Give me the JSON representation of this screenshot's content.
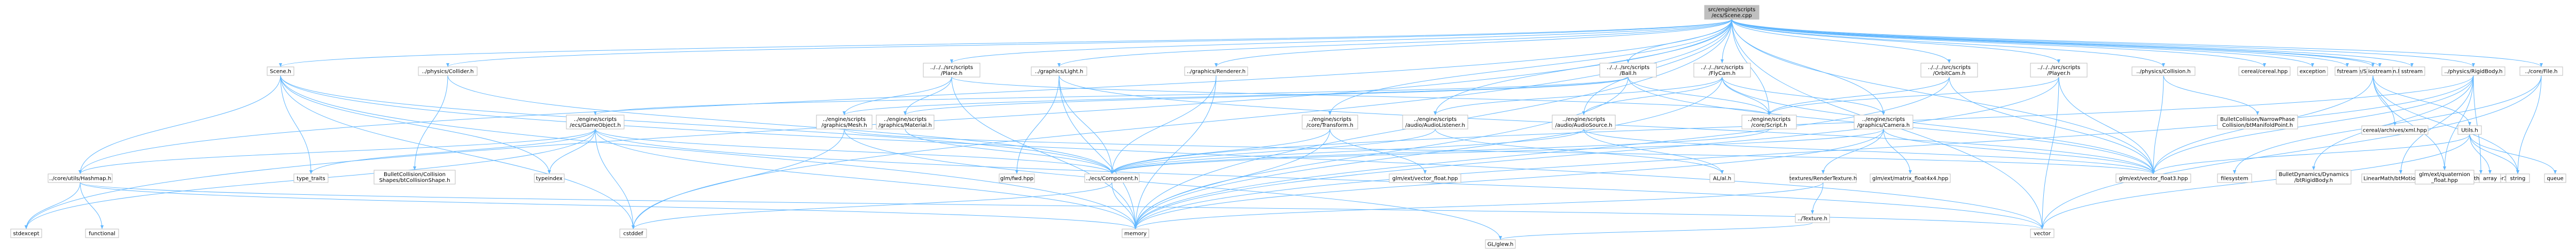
{
  "graph": {
    "colors": {
      "root_fill": "#bfbfbf",
      "node_fill": "#ffffff",
      "border": "#bfbfbf",
      "edge": "#63b8ff"
    },
    "nodes": [
      {
        "id": "root",
        "lines": [
          "src/engine/scripts",
          "/ecs/Scene.cpp"
        ],
        "root": true
      },
      {
        "id": "ecs_scene_h",
        "lines": [
          "Scene.h"
        ]
      },
      {
        "id": "plane_h",
        "lines": [
          "../../../src/scripts",
          "/Plane.h"
        ]
      },
      {
        "id": "ball_h",
        "lines": [
          "../../../src/scripts",
          "/Ball.h"
        ]
      },
      {
        "id": "flycam_h",
        "lines": [
          "../../../src/scripts",
          "/FlyCam.h"
        ]
      },
      {
        "id": "orbitcam_h",
        "lines": [
          "../../../src/scripts",
          "/OrbitCam.h"
        ]
      },
      {
        "id": "player_h",
        "lines": [
          "../../../src/scripts",
          "/Player.h"
        ]
      },
      {
        "id": "physics_collision_h",
        "lines": [
          "../physics/Collision.h"
        ]
      },
      {
        "id": "physics_collider_h",
        "lines": [
          "../physics/Collider.h"
        ]
      },
      {
        "id": "graphics_light_h",
        "lines": [
          "../graphics/Light.h"
        ]
      },
      {
        "id": "graphics_renderer_h",
        "lines": [
          "../graphics/Renderer.h"
        ]
      },
      {
        "id": "physics_rigidbody_h",
        "lines": [
          "../physics/RigidBody.h"
        ]
      },
      {
        "id": "core_file_h",
        "lines": [
          "../core/File.h"
        ]
      },
      {
        "id": "core_serialisation_h",
        "lines": [
          "../core/Serialisation.h"
        ]
      },
      {
        "id": "cereal_hpp",
        "lines": [
          "cereal/cereal.hpp"
        ]
      },
      {
        "id": "exception",
        "lines": [
          "exception"
        ]
      },
      {
        "id": "fstream",
        "lines": [
          "fstream"
        ]
      },
      {
        "id": "iostream",
        "lines": [
          "iostream"
        ]
      },
      {
        "id": "sstream",
        "lines": [
          "sstream"
        ]
      },
      {
        "id": "gameobject_h",
        "lines": [
          "../engine/scripts",
          "/ecs/GameObject.h"
        ]
      },
      {
        "id": "mesh_h",
        "lines": [
          "../engine/scripts",
          "/graphics/Mesh.h"
        ]
      },
      {
        "id": "material_h",
        "lines": [
          "../engine/scripts",
          "/graphics/Material.h"
        ]
      },
      {
        "id": "transform_h",
        "lines": [
          "../engine/scripts",
          "/core/Transform.h"
        ]
      },
      {
        "id": "audiolistener_h",
        "lines": [
          "../engine/scripts",
          "/audio/AudioListener.h"
        ]
      },
      {
        "id": "audiosource_h",
        "lines": [
          "../engine/scripts",
          "/audio/AudioSource.h"
        ]
      },
      {
        "id": "script_h",
        "lines": [
          "../engine/scripts",
          "/core/Script.h"
        ]
      },
      {
        "id": "camera_h",
        "lines": [
          "../engine/scripts",
          "/graphics/Camera.h"
        ]
      },
      {
        "id": "narrowphase",
        "lines": [
          "BulletCollision/NarrowPhase",
          "Collision/btManifoldPoint.h"
        ]
      },
      {
        "id": "hashmap_h",
        "lines": [
          "../core/utils/Hashmap.h"
        ]
      },
      {
        "id": "type_traits",
        "lines": [
          "type_traits"
        ]
      },
      {
        "id": "btcollisionshape",
        "lines": [
          "BulletCollision/Collision",
          "Shapes/btCollisionShape.h"
        ]
      },
      {
        "id": "typeindex",
        "lines": [
          "typeindex"
        ]
      },
      {
        "id": "glm_fwd",
        "lines": [
          "glm/fwd.hpp"
        ]
      },
      {
        "id": "component_h",
        "lines": [
          "../ecs/Component.h"
        ]
      },
      {
        "id": "vector_float",
        "lines": [
          "glm/ext/vector_float.hpp"
        ]
      },
      {
        "id": "al_h",
        "lines": [
          "AL/al.h"
        ]
      },
      {
        "id": "rendertexture_h",
        "lines": [
          "textures/RenderTexture.h"
        ]
      },
      {
        "id": "matrix_float4x4",
        "lines": [
          "glm/ext/matrix_float4x4.hpp"
        ]
      },
      {
        "id": "vector_float3",
        "lines": [
          "glm/ext/vector_float3.hpp"
        ]
      },
      {
        "id": "filesystem",
        "lines": [
          "filesystem"
        ]
      },
      {
        "id": "btrigidbody",
        "lines": [
          "BulletDynamics/Dynamics",
          "/btRigidBody.h"
        ]
      },
      {
        "id": "btmotionstate",
        "lines": [
          "LinearMath/btMotionState.h"
        ]
      },
      {
        "id": "btvector3",
        "lines": [
          "LinearMath/btVector3.h"
        ]
      },
      {
        "id": "quaternion_float",
        "lines": [
          "glm/ext/quaternion",
          "_float.hpp"
        ]
      },
      {
        "id": "array",
        "lines": [
          "array"
        ]
      },
      {
        "id": "cereal_xml",
        "lines": [
          "cereal/archives/xml.hpp"
        ]
      },
      {
        "id": "utils_h",
        "lines": [
          "Utils.h"
        ]
      },
      {
        "id": "string",
        "lines": [
          "string"
        ]
      },
      {
        "id": "queue",
        "lines": [
          "queue"
        ]
      },
      {
        "id": "texture_h",
        "lines": [
          "../Texture.h"
        ]
      },
      {
        "id": "stdexcept",
        "lines": [
          "stdexcept"
        ]
      },
      {
        "id": "functional",
        "lines": [
          "functional"
        ]
      },
      {
        "id": "cstddef",
        "lines": [
          "cstddef"
        ]
      },
      {
        "id": "memory",
        "lines": [
          "memory"
        ]
      },
      {
        "id": "vector",
        "lines": [
          "vector"
        ]
      },
      {
        "id": "gl_glew",
        "lines": [
          "GL/glew.h"
        ]
      }
    ],
    "edges": [
      [
        "root",
        "ecs_scene_h"
      ],
      [
        "root",
        "plane_h"
      ],
      [
        "root",
        "ball_h"
      ],
      [
        "root",
        "flycam_h"
      ],
      [
        "root",
        "orbitcam_h"
      ],
      [
        "root",
        "player_h"
      ],
      [
        "root",
        "physics_collision_h"
      ],
      [
        "root",
        "physics_collider_h"
      ],
      [
        "root",
        "graphics_light_h"
      ],
      [
        "root",
        "graphics_renderer_h"
      ],
      [
        "root",
        "physics_rigidbody_h"
      ],
      [
        "root",
        "core_file_h"
      ],
      [
        "root",
        "core_serialisation_h"
      ],
      [
        "root",
        "cereal_hpp"
      ],
      [
        "root",
        "exception"
      ],
      [
        "root",
        "fstream"
      ],
      [
        "root",
        "iostream"
      ],
      [
        "root",
        "sstream"
      ],
      [
        "root",
        "transform_h"
      ],
      [
        "root",
        "audiolistener_h"
      ],
      [
        "root",
        "audiosource_h"
      ],
      [
        "root",
        "script_h"
      ],
      [
        "root",
        "camera_h"
      ],
      [
        "root",
        "hashmap_h"
      ],
      [
        "root",
        "vector_float3"
      ],
      [
        "root",
        "memory"
      ],
      [
        "root",
        "vector"
      ],
      [
        "root",
        "stdexcept"
      ],
      [
        "root",
        "cstddef"
      ],
      [
        "ecs_scene_h",
        "hashmap_h"
      ],
      [
        "ecs_scene_h",
        "type_traits"
      ],
      [
        "ecs_scene_h",
        "typeindex"
      ],
      [
        "ecs_scene_h",
        "component_h"
      ],
      [
        "ecs_scene_h",
        "memory"
      ],
      [
        "ecs_scene_h",
        "cstddef"
      ],
      [
        "ecs_scene_h",
        "vector"
      ],
      [
        "plane_h",
        "mesh_h"
      ],
      [
        "plane_h",
        "material_h"
      ],
      [
        "plane_h",
        "script_h"
      ],
      [
        "plane_h",
        "memory"
      ],
      [
        "ball_h",
        "gameobject_h"
      ],
      [
        "ball_h",
        "mesh_h"
      ],
      [
        "ball_h",
        "material_h"
      ],
      [
        "ball_h",
        "script_h"
      ],
      [
        "ball_h",
        "vector_float3"
      ],
      [
        "ball_h",
        "memory"
      ],
      [
        "flycam_h",
        "camera_h"
      ],
      [
        "flycam_h",
        "script_h"
      ],
      [
        "flycam_h",
        "audiolistener_h"
      ],
      [
        "flycam_h",
        "audiosource_h"
      ],
      [
        "flycam_h",
        "vector_float3"
      ],
      [
        "flycam_h",
        "memory"
      ],
      [
        "orbitcam_h",
        "script_h"
      ],
      [
        "orbitcam_h",
        "vector_float3"
      ],
      [
        "orbitcam_h",
        "memory"
      ],
      [
        "player_h",
        "script_h"
      ],
      [
        "player_h",
        "vector_float3"
      ],
      [
        "player_h",
        "vector"
      ],
      [
        "player_h",
        "memory"
      ],
      [
        "physics_collision_h",
        "narrowphase"
      ],
      [
        "physics_collision_h",
        "vector_float3"
      ],
      [
        "physics_collider_h",
        "btcollisionshape"
      ],
      [
        "physics_collider_h",
        "component_h"
      ],
      [
        "graphics_light_h",
        "glm_fwd"
      ],
      [
        "graphics_light_h",
        "component_h"
      ],
      [
        "graphics_light_h",
        "vector_float3"
      ],
      [
        "graphics_light_h",
        "memory"
      ],
      [
        "graphics_renderer_h",
        "component_h"
      ],
      [
        "graphics_renderer_h",
        "memory"
      ],
      [
        "physics_rigidbody_h",
        "btrigidbody"
      ],
      [
        "physics_rigidbody_h",
        "btmotionstate"
      ],
      [
        "physics_rigidbody_h",
        "btvector3"
      ],
      [
        "physics_rigidbody_h",
        "quaternion_float"
      ],
      [
        "physics_rigidbody_h",
        "vector_float3"
      ],
      [
        "physics_rigidbody_h",
        "component_h"
      ],
      [
        "physics_rigidbody_h",
        "memory"
      ],
      [
        "core_file_h",
        "filesystem"
      ],
      [
        "core_file_h",
        "string"
      ],
      [
        "core_file_h",
        "vector"
      ],
      [
        "core_serialisation_h",
        "cereal_xml"
      ],
      [
        "core_serialisation_h",
        "utils_h"
      ],
      [
        "core_serialisation_h",
        "string"
      ],
      [
        "core_serialisation_h",
        "vector_float3"
      ],
      [
        "core_serialisation_h",
        "quaternion_float"
      ],
      [
        "utils_h",
        "string"
      ],
      [
        "utils_h",
        "queue"
      ],
      [
        "utils_h",
        "vector"
      ],
      [
        "utils_h",
        "array"
      ],
      [
        "utils_h",
        "vector_float3"
      ],
      [
        "gameobject_h",
        "hashmap_h"
      ],
      [
        "gameobject_h",
        "component_h"
      ],
      [
        "gameobject_h",
        "typeindex"
      ],
      [
        "gameobject_h",
        "type_traits"
      ],
      [
        "gameobject_h",
        "memory"
      ],
      [
        "gameobject_h",
        "cstddef"
      ],
      [
        "gameobject_h",
        "stdexcept"
      ],
      [
        "gameobject_h",
        "vector"
      ],
      [
        "mesh_h",
        "gl_glew"
      ],
      [
        "mesh_h",
        "cstddef"
      ],
      [
        "mesh_h",
        "vector_float3"
      ],
      [
        "material_h",
        "component_h"
      ],
      [
        "transform_h",
        "component_h"
      ],
      [
        "transform_h",
        "vector_float"
      ],
      [
        "transform_h",
        "memory"
      ],
      [
        "audiolistener_h",
        "component_h"
      ],
      [
        "audiolistener_h",
        "al_h"
      ],
      [
        "audiosource_h",
        "component_h"
      ],
      [
        "audiosource_h",
        "al_h"
      ],
      [
        "audiosource_h",
        "vector_float3"
      ],
      [
        "script_h",
        "component_h"
      ],
      [
        "camera_h",
        "component_h"
      ],
      [
        "camera_h",
        "rendertexture_h"
      ],
      [
        "camera_h",
        "matrix_float4x4"
      ],
      [
        "camera_h",
        "vector_float3"
      ],
      [
        "camera_h",
        "memory"
      ],
      [
        "hashmap_h",
        "stdexcept"
      ],
      [
        "hashmap_h",
        "functional"
      ],
      [
        "hashmap_h",
        "vector"
      ],
      [
        "hashmap_h",
        "memory"
      ],
      [
        "component_h",
        "memory"
      ],
      [
        "component_h",
        "cstddef"
      ],
      [
        "rendertexture_h",
        "texture_h"
      ],
      [
        "rendertexture_h",
        "memory"
      ],
      [
        "texture_h",
        "gl_glew"
      ]
    ]
  }
}
